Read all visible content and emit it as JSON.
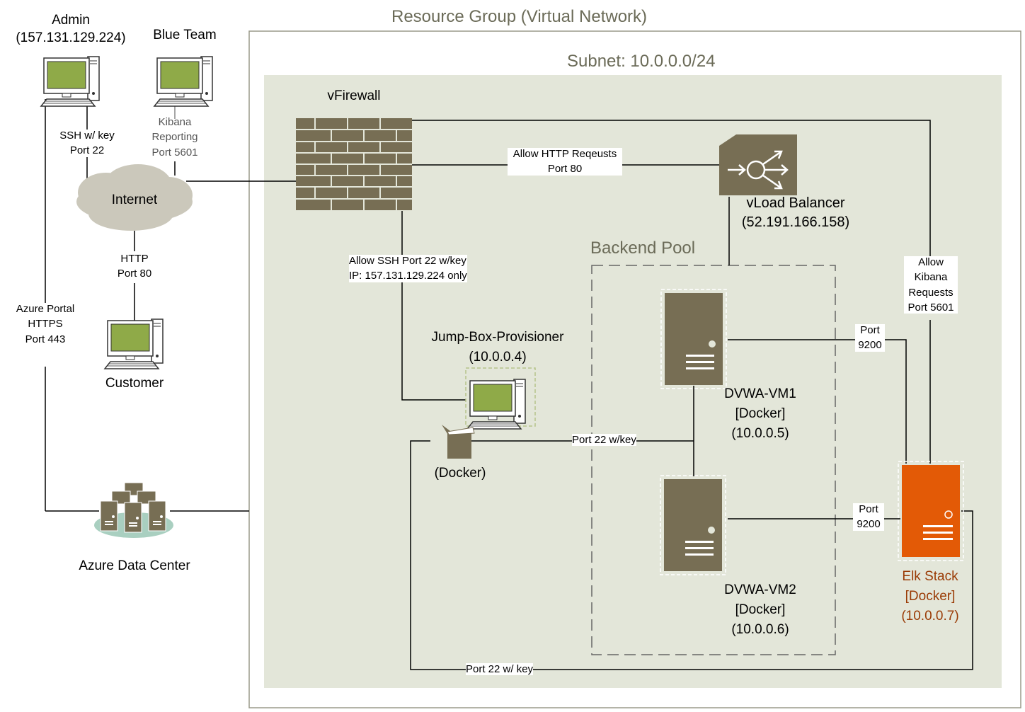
{
  "titles": {
    "resource_group": "Resource Group (Virtual Network)",
    "subnet": "Subnet: 10.0.0.0/24",
    "backend_pool": "Backend Pool"
  },
  "nodes": {
    "admin": {
      "line1": "Admin",
      "line2": "(157.131.129.224)"
    },
    "blue_team": {
      "label": "Blue Team"
    },
    "internet": {
      "label": "Internet"
    },
    "customer": {
      "label": "Customer"
    },
    "azure_dc": {
      "label": "Azure Data Center"
    },
    "vfirewall": {
      "label": "vFirewall"
    },
    "load_balancer": {
      "line1": "vLoad Balancer",
      "line2": "(52.191.166.158)"
    },
    "jumpbox": {
      "line1": "Jump-Box-Provisioner",
      "line2": "(10.0.0.4)",
      "docker": "(Docker)"
    },
    "vm1": {
      "line1": "DVWA-VM1",
      "line2": "[Docker]",
      "line3": "(10.0.0.5)"
    },
    "vm2": {
      "line1": "DVWA-VM2",
      "line2": "[Docker]",
      "line3": "(10.0.0.6)"
    },
    "elk": {
      "line1": "Elk Stack",
      "line2": "[Docker]",
      "line3": "(10.0.0.7)"
    }
  },
  "connections": {
    "ssh_admin": {
      "line1": "SSH w/ key",
      "line2": "Port 22"
    },
    "kibana_report": {
      "line1": "Kibana",
      "line2": "Reporting",
      "line3": "Port 5601"
    },
    "http_customer": {
      "line1": "HTTP",
      "line2": "Port 80"
    },
    "azure_portal": {
      "line1": "Azure Portal",
      "line2": "HTTPS",
      "line3": "Port 443"
    },
    "allow_http": {
      "line1": "Allow HTTP Reqeusts",
      "line2": "Port 80"
    },
    "allow_ssh": {
      "line1": "Allow SSH Port 22 w/key",
      "line2": "IP: 157.131.129.224 only"
    },
    "allow_kibana": {
      "line1": "Allow",
      "line2": "Kibana",
      "line3": "Requests",
      "line4": "Port 5601"
    },
    "port9200_vm1": {
      "line1": "Port",
      "line2": "9200"
    },
    "port9200_vm2": {
      "line1": "Port",
      "line2": "9200"
    },
    "port22_pool": {
      "label": "Port 22 w/key"
    },
    "port22_elk": {
      "label": "Port 22 w/ key"
    }
  },
  "colors": {
    "subnet_fill": "#e3e6d9",
    "device_brown": "#776e54",
    "screen_green": "#8faa48",
    "elk_orange": "#e35a06"
  }
}
